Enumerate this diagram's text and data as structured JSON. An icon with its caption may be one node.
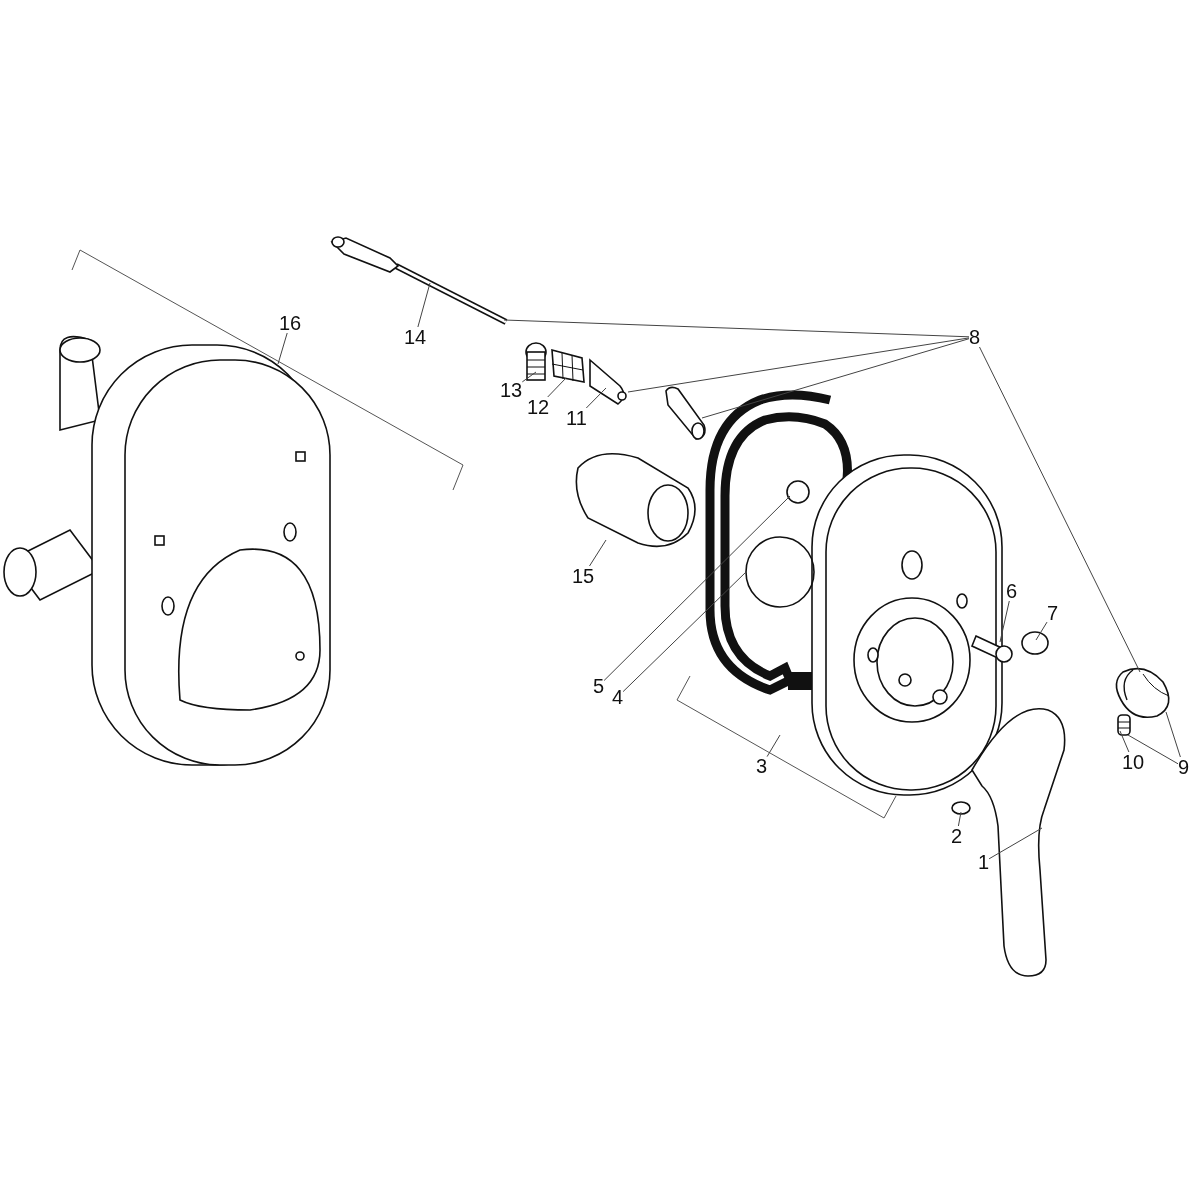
{
  "diagram": {
    "nodes": [
      {
        "text": [
          "16"
        ]
      },
      {
        "text": [
          "14"
        ]
      },
      {
        "text": [
          "8"
        ]
      },
      {
        "text": [
          "13"
        ]
      },
      {
        "text": [
          "12"
        ]
      },
      {
        "text": [
          "11"
        ]
      },
      {
        "text": [
          "15"
        ]
      },
      {
        "text": [
          "6"
        ]
      },
      {
        "text": [
          "7"
        ]
      },
      {
        "text": [
          "5"
        ]
      },
      {
        "text": [
          "4"
        ]
      },
      {
        "text": [
          "10"
        ]
      },
      {
        "text": [
          "9"
        ]
      },
      {
        "text": [
          "3"
        ]
      },
      {
        "text": [
          "2"
        ]
      },
      {
        "text": [
          "1"
        ]
      },
      {
        "text": [],
        "shape": "picture"
      },
      {
        "text": [],
        "shape": "picture"
      },
      {
        "text": [],
        "shape": "picture"
      },
      {
        "text": [],
        "shape": "picture"
      },
      {
        "text": [],
        "shape": "picture"
      },
      {
        "text": [],
        "shape": "picture"
      },
      {
        "text": [],
        "shape": "picture"
      },
      {
        "text": [],
        "shape": "circle"
      },
      {
        "text": [],
        "shape": "circle"
      },
      {
        "text": [],
        "shape": "circle"
      },
      {
        "text": [],
        "shape": "picture"
      },
      {
        "text": [],
        "shape": "picture"
      },
      {
        "text": [],
        "shape": "circle"
      },
      {
        "text": [],
        "shape": "picture"
      }
    ],
    "edges": [
      {
        "from": 0,
        "to": null,
        "arrow": "none"
      },
      {
        "from": 1,
        "to": 16,
        "arrow": "none"
      },
      {
        "from": 2,
        "to": 16,
        "arrow": "none"
      },
      {
        "from": 2,
        "to": 19,
        "arrow": "none"
      },
      {
        "from": 2,
        "to": 20,
        "arrow": "none"
      },
      {
        "from": 2,
        "to": 27,
        "arrow": "none"
      },
      {
        "from": 3,
        "to": 17,
        "arrow": "none"
      },
      {
        "from": 4,
        "to": 18,
        "arrow": "none"
      },
      {
        "from": 5,
        "to": 19,
        "arrow": "none"
      },
      {
        "from": 6,
        "to": 21,
        "arrow": "none"
      },
      {
        "from": 7,
        "to": 22,
        "arrow": "none"
      },
      {
        "from": 8,
        "to": 23,
        "arrow": "none"
      },
      {
        "from": 9,
        "to": 24,
        "arrow": "none"
      },
      {
        "from": 10,
        "to": 25,
        "arrow": "none"
      },
      {
        "from": 11,
        "to": 26,
        "arrow": "none"
      },
      {
        "from": 12,
        "to": 27,
        "arrow": "none"
      },
      {
        "from": 12,
        "to": 26,
        "arrow": "none"
      },
      {
        "from": 13,
        "to": null,
        "arrow": "none"
      },
      {
        "from": 14,
        "to": 28,
        "arrow": "none"
      },
      {
        "from": 15,
        "to": 29,
        "arrow": "none"
      }
    ]
  }
}
